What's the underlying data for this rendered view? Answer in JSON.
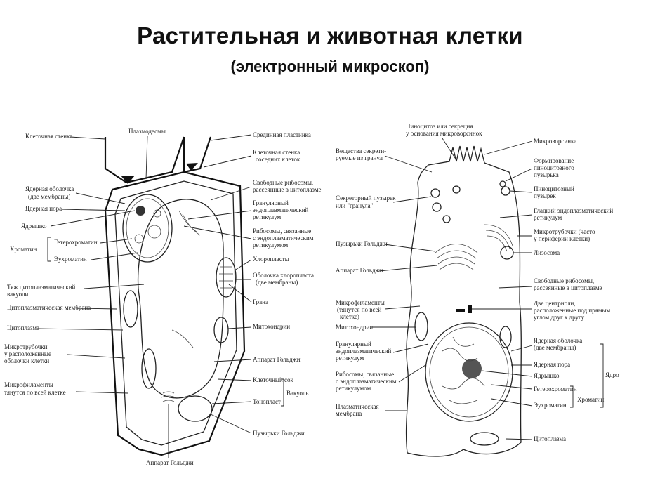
{
  "title": "Растительная и животная клетки",
  "subtitle": "(электронный микроскоп)",
  "plant_labels": {
    "left": [
      "Клеточная стенка",
      "Ядерная оболочка",
      "(две мембраны)",
      "Ядерная пора",
      "Ядрышко",
      "Гетерохроматин",
      "Хроматин",
      "Эухроматин",
      "Тяж цитоплазматический",
      "вакуоли",
      "Цитоплазматическая мембрана",
      "Цитоплазма",
      "Микротрубочки",
      "у расположенные",
      "оболочки клетки",
      "Микрофиламенты",
      "тянутся по всей клетке"
    ],
    "top": "Плазмодесмы",
    "right": [
      "Срединная пластинка",
      "Клеточная стенка",
      "соседних клеток",
      "Свободные рибосомы,",
      "рассеянные в цитоплазме",
      "Гранулярный",
      "эндоплазматический",
      "ретикулум",
      "Рибосомы, связанные",
      "с эндоплазматическим",
      "ретикулумом",
      "Хлоропласты",
      "Оболочка хлоропласта",
      "(две мембраны)",
      "Грана",
      "Митохондрии",
      "Аппарат Гольджи",
      "Клеточный сок",
      "Тонопласт",
      "Вакуоль",
      "Пузырьки Гольджи"
    ],
    "bottom": "Аппарат Гольджи"
  },
  "animal_labels": {
    "top": [
      "Пиноцитоз или секреция",
      "у основания микроворсинок"
    ],
    "left": [
      "Вещества секрети-",
      "руемые из гранул",
      "Секреторный пузырек",
      "или \"гранула\"",
      "Пузырьки Гольджи",
      "Аппарат Гольджи",
      "Микрофиламенты",
      "(тянутся по всей",
      "клетке)",
      "Митохондрии",
      "Гранулярный",
      "эндоплазматический",
      "ретикулум",
      "Рибосомы, связанные",
      "с эндоплазматическим",
      "ретикулумом",
      "Плазматическая",
      "мембрана"
    ],
    "right": [
      "Микроворсинка",
      "Формирование",
      "пиноцитозного",
      "пузырька",
      "Пиноцитозный",
      "пузырек",
      "Гладкий эндоплазматический",
      "ретикулум",
      "Микротрубочки (часто",
      "у периферии клетки)",
      "Лизосома",
      "Свободные рибосомы,",
      "рассеянные в цитоплазме",
      "Две центриоли,",
      "расположенные под прямым",
      "углом друг к другу",
      "Ядерная оболочка",
      "(две мембраны)",
      "Ядерная пора",
      "Ядрышко",
      "Гетерохроматин",
      "Хроматин",
      "Эухроматин",
      "Ядро",
      "Цитоплазма"
    ]
  }
}
